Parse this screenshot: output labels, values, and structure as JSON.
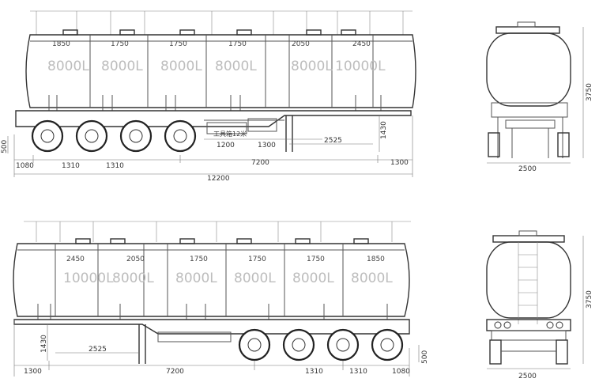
{
  "top_side_view": {
    "compartment_lengths": [
      "1850",
      "1750",
      "1750",
      "1750",
      "2050",
      "2450"
    ],
    "capacities": [
      "8000L",
      "8000L",
      "8000L",
      "8000L",
      "8000L",
      "10000L"
    ],
    "bottom_dims": [
      "1080",
      "1310",
      "1310",
      "7200",
      "1300"
    ],
    "overall_length": "12200",
    "frame_dims": [
      "1200",
      "1300",
      "2525"
    ],
    "height_1430": "1430",
    "height_500": "500",
    "toolbox_note": "工具箱12米"
  },
  "top_rear_view": {
    "width": "2500",
    "height": "3750"
  },
  "bottom_side_view": {
    "compartment_lengths": [
      "2450",
      "2050",
      "1750",
      "1750",
      "1750",
      "1850"
    ],
    "capacities": [
      "10000L",
      "8000L",
      "8000L",
      "8000L",
      "8000L",
      "8000L"
    ],
    "bottom_dims": [
      "1300",
      "7200",
      "1310",
      "1310",
      "1080"
    ],
    "frame_dim": "2525",
    "height_1430": "1430",
    "height_500": "500"
  },
  "bottom_rear_view": {
    "width": "2500",
    "height": "3750"
  }
}
